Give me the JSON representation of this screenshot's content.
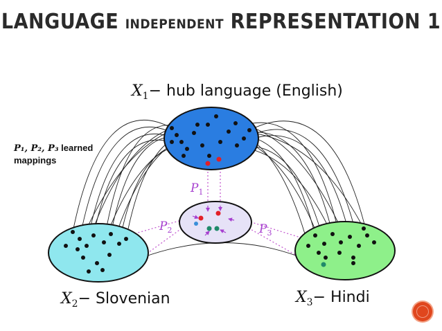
{
  "slide": {
    "title_part1": "LANGUAGE",
    "title_part2": "INDEPENDENT",
    "title_part3": "REPRESENTATION 1",
    "side_note_math": "P₁, P₂, P₃",
    "side_note_line1_rest": " learned",
    "side_note_line2": "mappings"
  },
  "diagram": {
    "hub": {
      "var": "X",
      "sub": "1",
      "label": "− hub language (English)",
      "fill": "#2a7de1"
    },
    "slovenian": {
      "var": "X",
      "sub": "2",
      "label": "− Slovenian",
      "fill": "#8fe7ee"
    },
    "hindi": {
      "var": "X",
      "sub": "3",
      "label": "− Hindi",
      "fill": "#8ef08a"
    },
    "shared_space": {
      "fill": "#e6e2f7"
    },
    "mappings": [
      {
        "var": "P",
        "sub": "1"
      },
      {
        "var": "P",
        "sub": "2"
      },
      {
        "var": "P",
        "sub": "3"
      }
    ],
    "colors": {
      "mapping_label": "#a63fcf",
      "dotted_line": "#c55fd1",
      "red_point": "#e21f26",
      "green_point": "#1f8a6a",
      "arrow": "#111111"
    }
  },
  "controls": {
    "nav_icon": "circle-next-icon"
  }
}
